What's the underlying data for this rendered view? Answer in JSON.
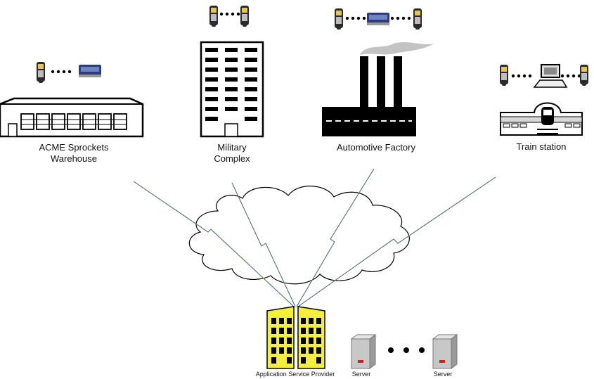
{
  "sites": [
    {
      "id": "warehouse",
      "label_line1": "ACME Sprockets",
      "label_line2": "Warehouse"
    },
    {
      "id": "military",
      "label_line1": "Military",
      "label_line2": "Complex"
    },
    {
      "id": "factory",
      "label_line1": "Automotive Factory",
      "label_line2": ""
    },
    {
      "id": "train",
      "label_line1": "Train station",
      "label_line2": ""
    }
  ],
  "bottom": {
    "asp_label": "Application Service Provider",
    "server1_label": "Server",
    "server2_label": "Server"
  },
  "icons": [
    "handheld-scanner-icon",
    "printer-icon",
    "computer-icon",
    "cloud-icon",
    "lightning-link-icon",
    "server-icon"
  ],
  "colors": {
    "link_blue": "#3a5fa8",
    "link_yellow": "#e8e84a",
    "building_yellow": "#f4f03a",
    "black": "#000000",
    "server_gray": "#c8c8c8",
    "server_red": "#cc2222"
  }
}
